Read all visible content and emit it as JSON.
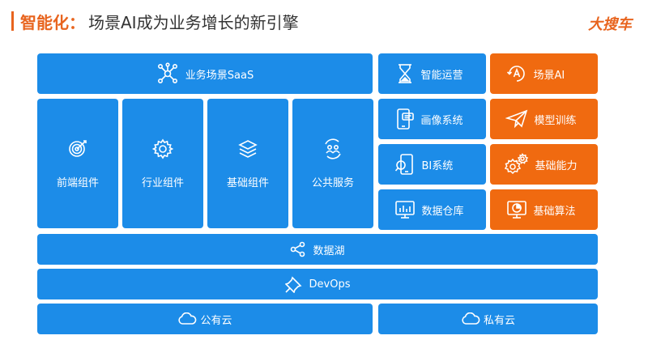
{
  "title": {
    "accent": "智能化：",
    "main": "场景AI成为业务增长的新引擎"
  },
  "brand": "大搜车",
  "saas": {
    "label": "业务场景SaaS",
    "icon": "network-nodes-icon"
  },
  "components": [
    {
      "label": "前端组件",
      "icon": "target-icon"
    },
    {
      "label": "行业组件",
      "icon": "gear-icon"
    },
    {
      "label": "基础组件",
      "icon": "layers-icon"
    },
    {
      "label": "公共服务",
      "icon": "people-cycle-icon"
    }
  ],
  "systems": [
    {
      "label": "智能运营",
      "icon": "hourglass-icon"
    },
    {
      "label": "画像系统",
      "icon": "phone-chat-icon"
    },
    {
      "label": "BI系统",
      "icon": "phone-search-icon"
    },
    {
      "label": "数据仓库",
      "icon": "bar-chart-icon"
    }
  ],
  "ai": [
    {
      "label": "场景AI",
      "icon": "compass-icon"
    },
    {
      "label": "模型训练",
      "icon": "paper-plane-icon"
    },
    {
      "label": "基础能力",
      "icon": "gears-icon"
    },
    {
      "label": "基础算法",
      "icon": "pie-board-icon"
    }
  ],
  "data_lake": {
    "label": "数据湖",
    "icon": "share-icon"
  },
  "devops": {
    "label": "DevOps",
    "icon": "pushpin-icon"
  },
  "clouds": [
    {
      "label": "公有云",
      "icon": "cloud-icon"
    },
    {
      "label": "私有云",
      "icon": "cloud-icon"
    }
  ],
  "colors": {
    "blue": "#1c8ce8",
    "orange": "#f06a10",
    "accent": "#e8641e"
  }
}
